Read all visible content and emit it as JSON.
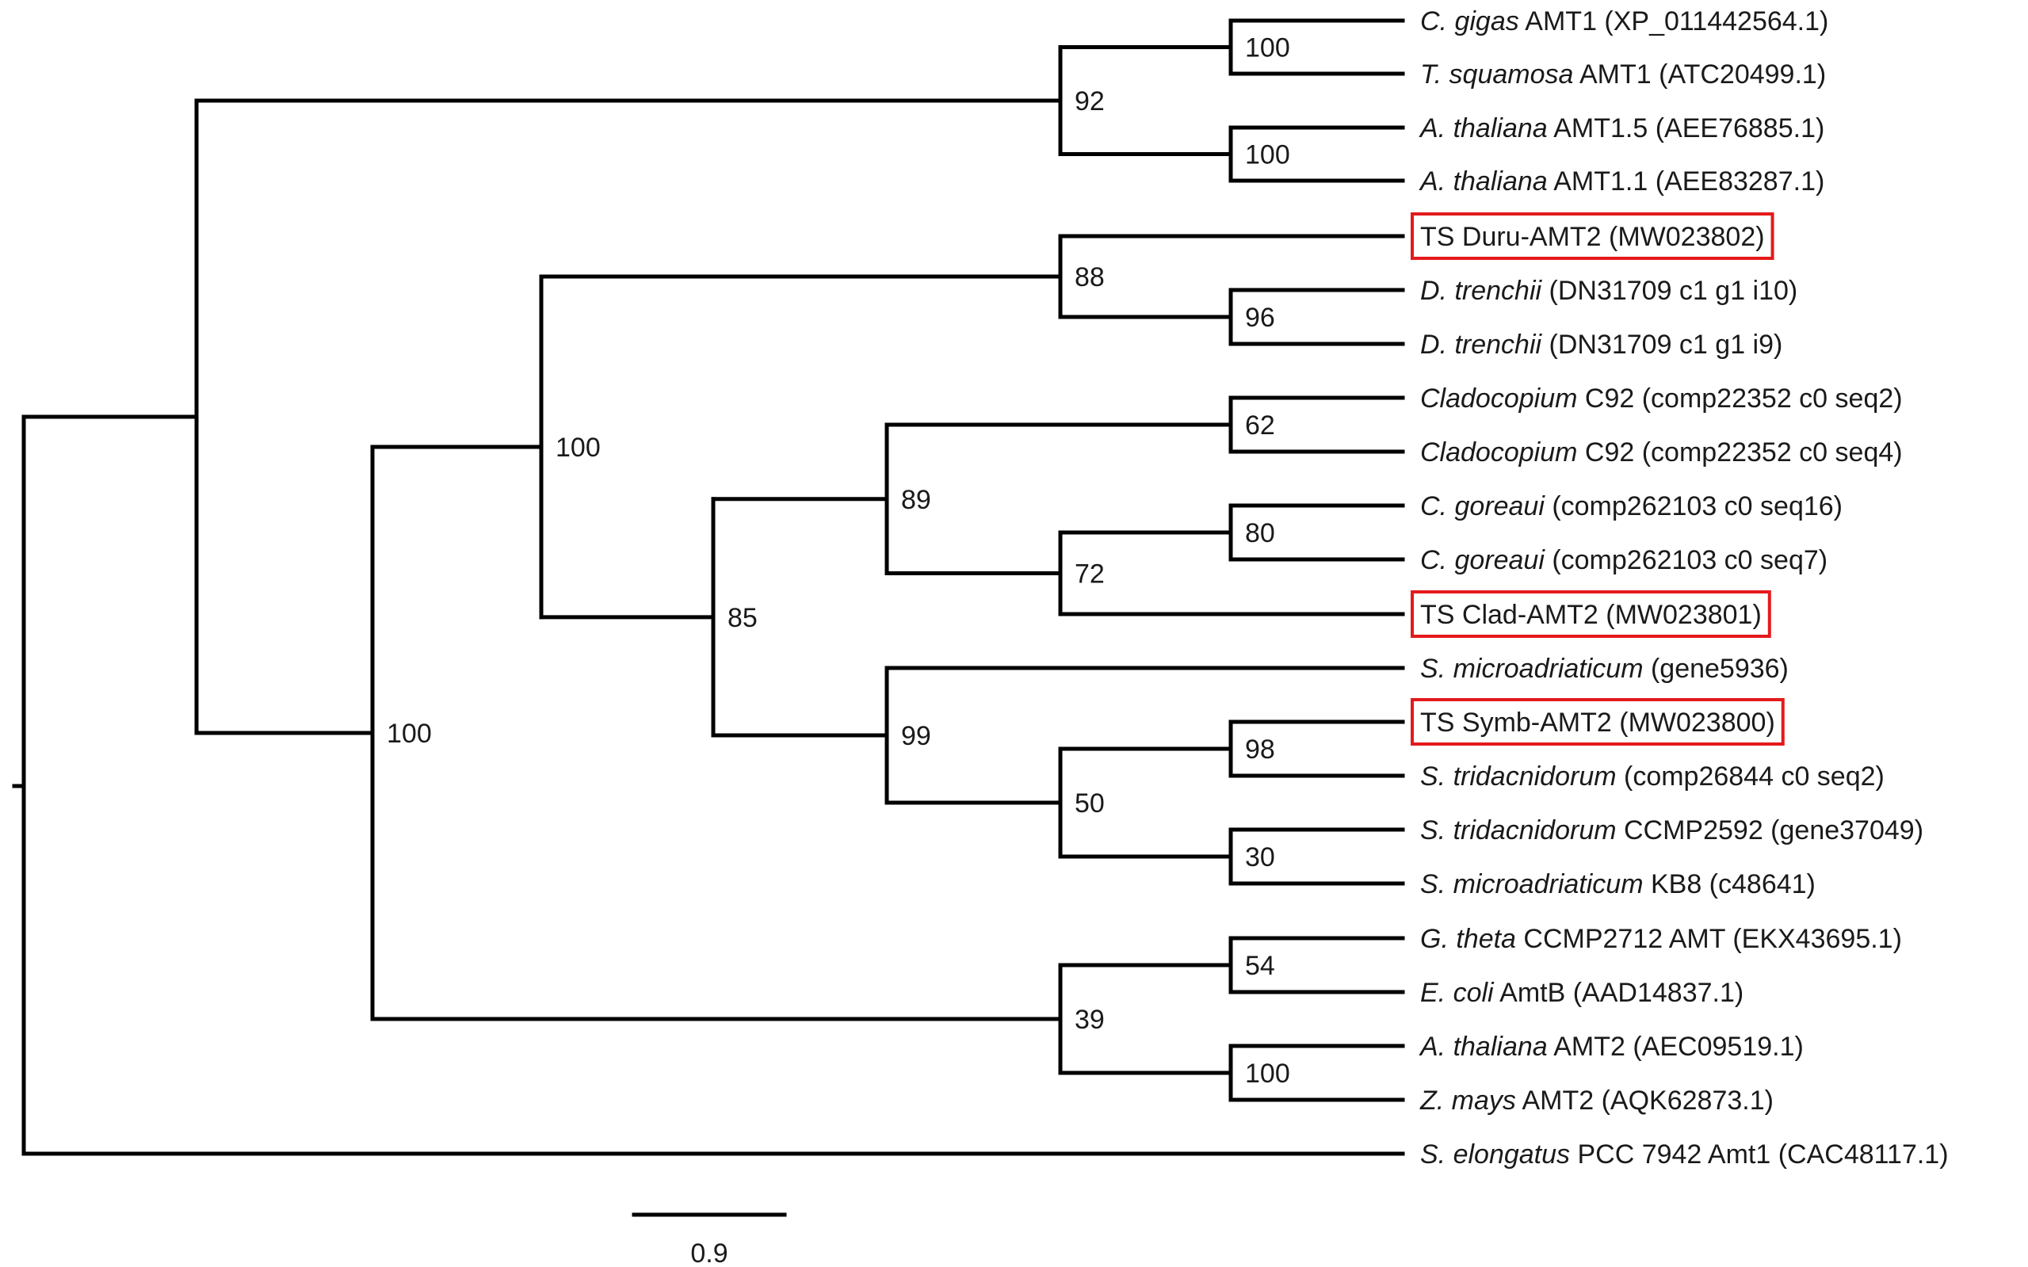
{
  "highlight_color": "#e41a1c",
  "line_color": "#000000",
  "tree": {
    "support": [
      "100",
      "92",
      "100",
      "88",
      "96",
      "100",
      "62",
      "89",
      "80",
      "72",
      "85",
      "99",
      "98",
      "50",
      "30",
      "100",
      "54",
      "39",
      "100"
    ],
    "leaves": [
      {
        "italic": "C. gigas",
        "rest": " AMT1 (XP_011442564.1)",
        "highlight": false
      },
      {
        "italic": "T. squamosa",
        "rest": " AMT1 (ATC20499.1)",
        "highlight": false
      },
      {
        "italic": "A. thaliana",
        "rest": " AMT1.5 (AEE76885.1)",
        "highlight": false
      },
      {
        "italic": "A. thaliana",
        "rest": " AMT1.1 (AEE83287.1)",
        "highlight": false
      },
      {
        "italic": "",
        "rest": "TS Duru-AMT2 (MW023802)",
        "highlight": true
      },
      {
        "italic": "D. trenchii",
        "rest": " (DN31709 c1 g1 i10)",
        "highlight": false
      },
      {
        "italic": "D. trenchii",
        "rest": " (DN31709 c1 g1 i9)",
        "highlight": false
      },
      {
        "italic": "Cladocopium",
        "rest": " C92 (comp22352 c0 seq2)",
        "highlight": false
      },
      {
        "italic": "Cladocopium",
        "rest": " C92 (comp22352 c0 seq4)",
        "highlight": false
      },
      {
        "italic": "C. goreaui",
        "rest": " (comp262103 c0 seq16)",
        "highlight": false
      },
      {
        "italic": "C. goreaui",
        "rest": " (comp262103 c0 seq7)",
        "highlight": false
      },
      {
        "italic": "",
        "rest": "TS Clad-AMT2 (MW023801)",
        "highlight": true
      },
      {
        "italic": "S. microadriaticum",
        "rest": " (gene5936)",
        "highlight": false
      },
      {
        "italic": "",
        "rest": "TS Symb-AMT2 (MW023800)",
        "highlight": true
      },
      {
        "italic": "S. tridacnidorum",
        "rest": " (comp26844 c0 seq2)",
        "highlight": false
      },
      {
        "italic": "S. tridacnidorum",
        "rest": " CCMP2592 (gene37049)",
        "highlight": false
      },
      {
        "italic": "S. microadriaticum",
        "rest": " KB8 (c48641)",
        "highlight": false
      },
      {
        "italic": "G. theta",
        "rest": " CCMP2712 AMT (EKX43695.1)",
        "highlight": false
      },
      {
        "italic": "E. coli",
        "rest": " AmtB (AAD14837.1)",
        "highlight": false
      },
      {
        "italic": "A. thaliana",
        "rest": " AMT2 (AEC09519.1)",
        "highlight": false
      },
      {
        "italic": "Z. mays",
        "rest": " AMT2 (AQK62873.1)",
        "highlight": false
      },
      {
        "italic": "S. elongatus",
        "rest": " PCC 7942 Amt1 (CAC48117.1)",
        "highlight": false
      }
    ]
  },
  "scale_bar": {
    "label": "0.9"
  }
}
